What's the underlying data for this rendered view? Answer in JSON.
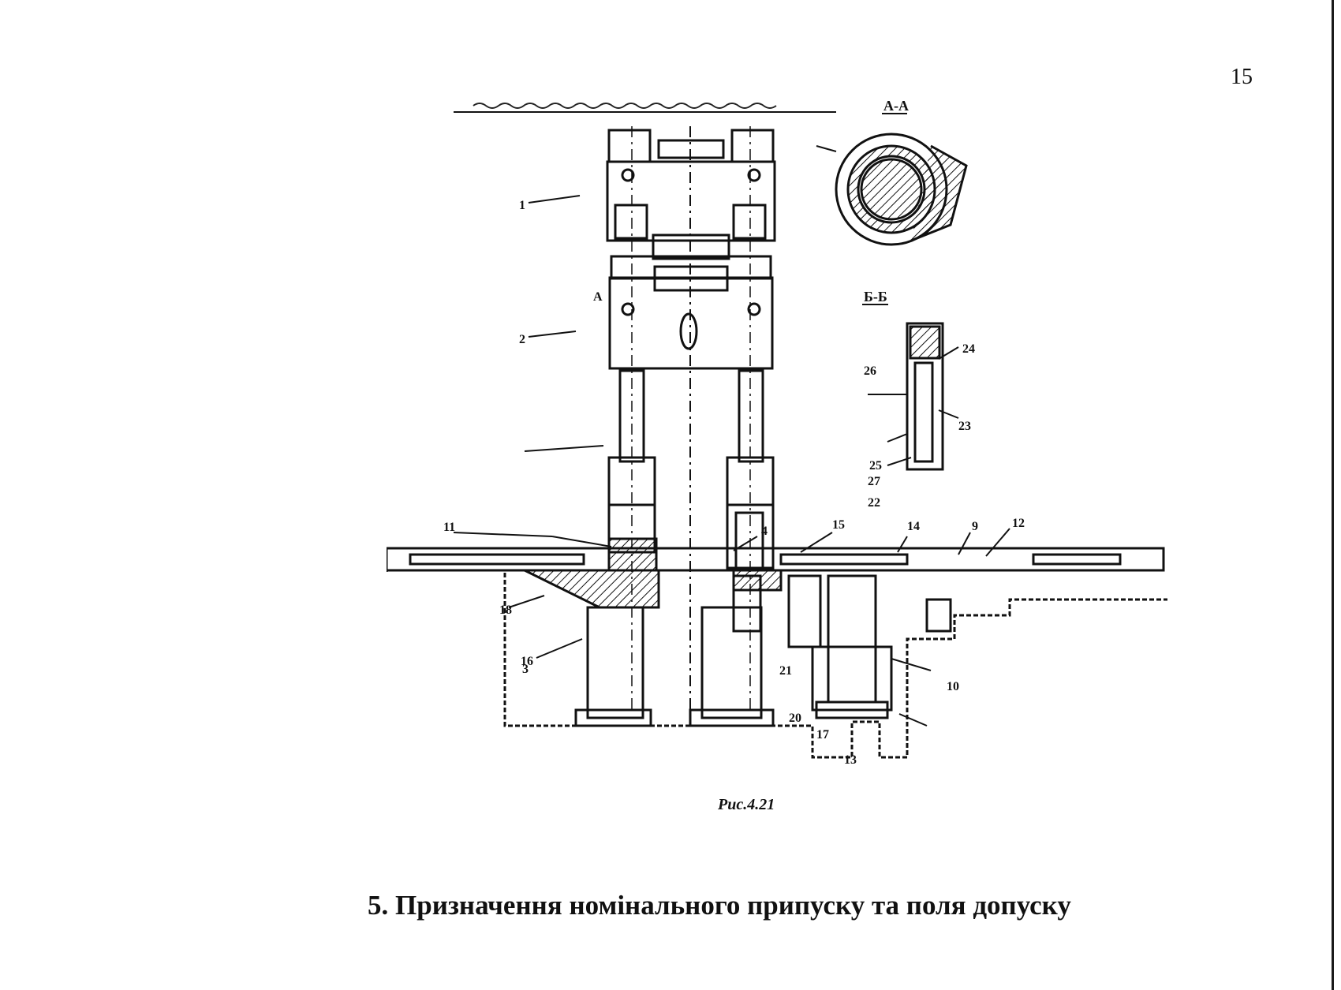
{
  "page": {
    "page_number": "15",
    "section_heading": "5. Призначення номінального припуску та поля допуску"
  },
  "figure": {
    "section_label_aa": "А-А",
    "section_label_bb": "Б-Б",
    "caption": "Рис.4.21",
    "part_numbers": [
      "1",
      "2",
      "3",
      "4",
      "9",
      "10",
      "11",
      "12",
      "13",
      "14",
      "15",
      "16",
      "17",
      "18",
      "20",
      "21",
      "22",
      "23",
      "24",
      "25",
      "26",
      "27",
      "А"
    ]
  }
}
